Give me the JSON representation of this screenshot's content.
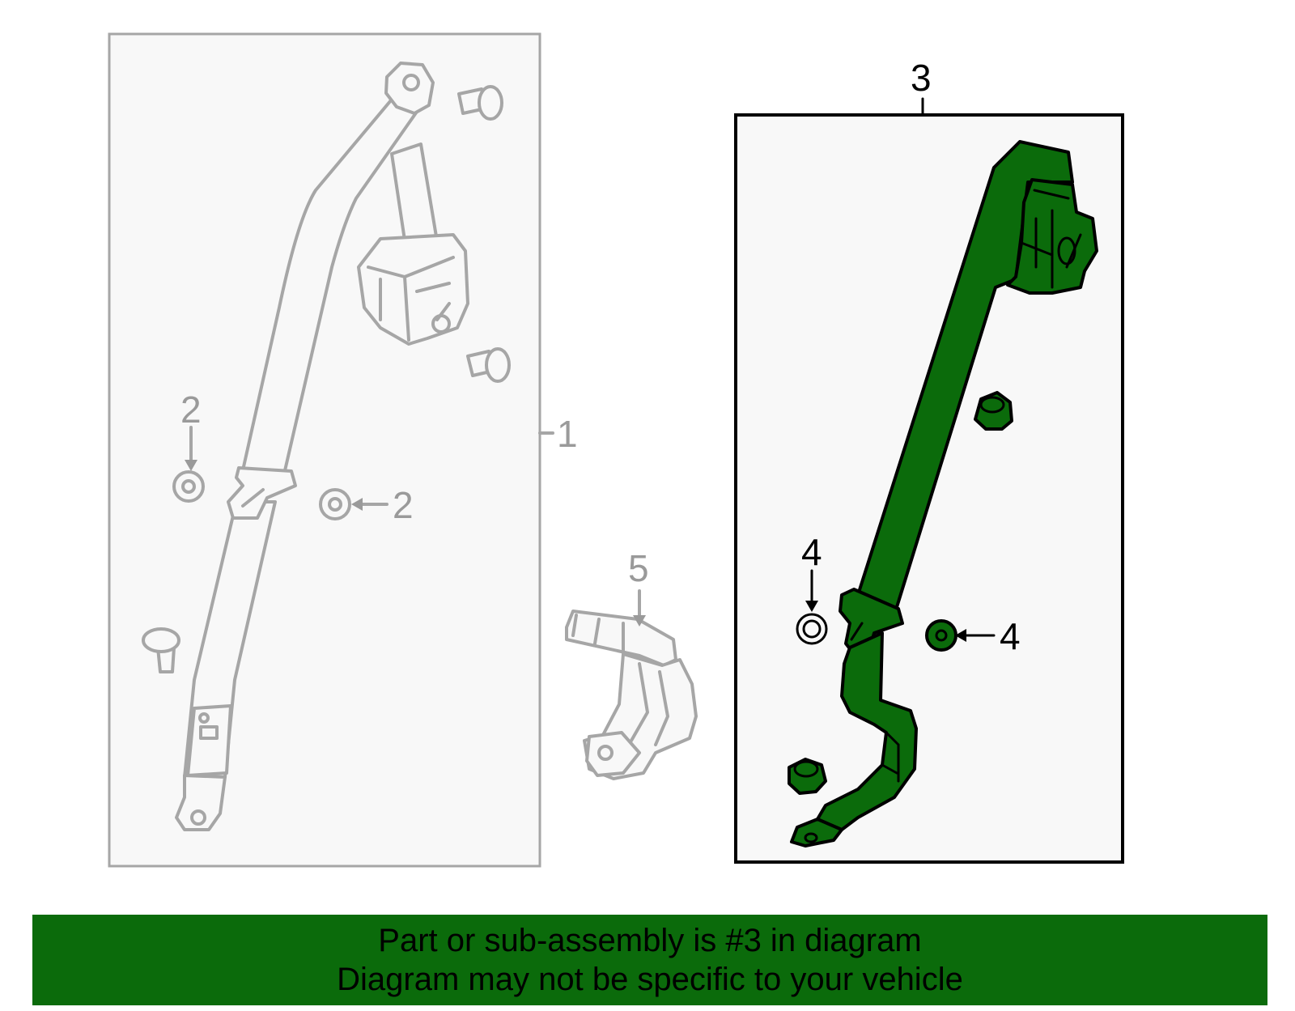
{
  "callouts": {
    "c1": "1",
    "c2a": "2",
    "c2b": "2",
    "c3": "3",
    "c4a": "4",
    "c4b": "4",
    "c5": "5"
  },
  "colors": {
    "highlight": "#0b6b0b",
    "ghost_parts": "#a6a6a6",
    "panel_bg": "#f8f8f8"
  },
  "banner": {
    "line1": "Part or sub-assembly is #3 in diagram",
    "line2": "Diagram may not be specific to your vehicle"
  }
}
